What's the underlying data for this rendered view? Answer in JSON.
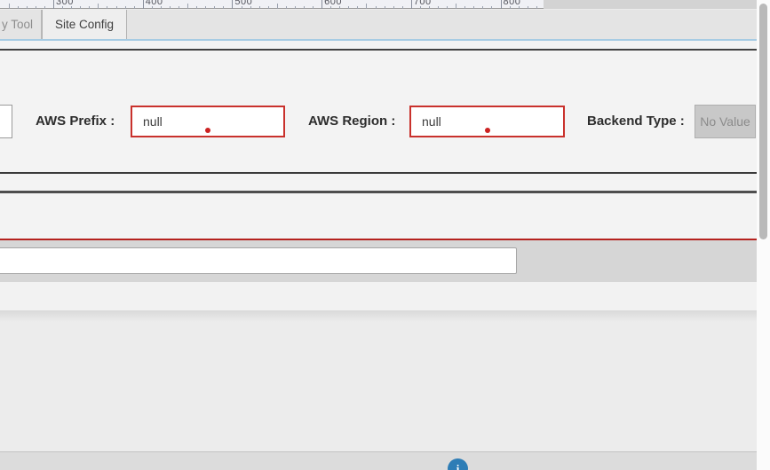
{
  "ruler": {
    "labels": [
      "300",
      "400",
      "500",
      "600",
      "700",
      "800"
    ]
  },
  "tabs": [
    {
      "label": "y Tool",
      "active": false
    },
    {
      "label": "Site Config",
      "active": true
    }
  ],
  "form": {
    "fields": [
      {
        "label": "AWS Prefix :",
        "value": "null"
      },
      {
        "label": "AWS Region :",
        "value": "null"
      },
      {
        "label": "Backend Type :",
        "value": "No Value"
      }
    ]
  },
  "bottom_input": {
    "value": ""
  },
  "footer": {
    "info_glyph": "i"
  },
  "colors": {
    "error_red": "#c9312c",
    "indicator_red": "#cc2222",
    "divider_red": "#b5221f",
    "tab_underline_blue": "#a6cbe3",
    "fab_blue": "#2e7db6"
  }
}
